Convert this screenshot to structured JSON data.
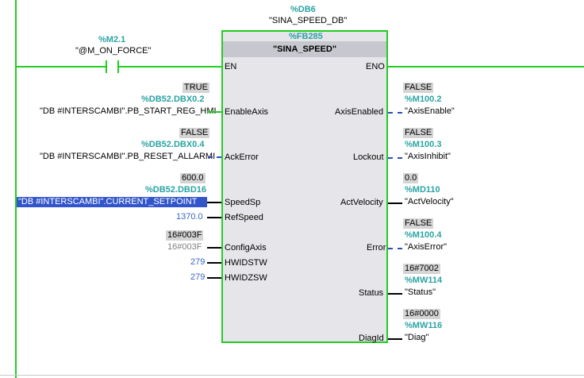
{
  "block": {
    "db_address": "%DB6",
    "db_name": "\"SINA_SPEED_DB\"",
    "fb_address": "%FB285",
    "fb_name": "\"SINA_SPEED\""
  },
  "contact": {
    "address": "%M2.1",
    "name": "\"@M_ON_FORCE\""
  },
  "pins": {
    "en": "EN",
    "eno": "ENO",
    "inputs": [
      {
        "label": "EnableAxis",
        "status": "TRUE",
        "address": "%DB52.DBX0.2",
        "operand": "\"DB #INTERSCAMBI\".PB_START_REG_HMI"
      },
      {
        "label": "AckError",
        "status": "FALSE",
        "address": "%DB52.DBX0.4",
        "operand": "\"DB #INTERSCAMBI\".PB_RESET_ALLARMI"
      },
      {
        "label": "SpeedSp",
        "status": "600.0",
        "address": "%DB52.DBD16",
        "operand": "\"DB #INTERSCAMBI\".CURRENT_SETPOINT"
      },
      {
        "label": "RefSpeed",
        "constant": "1370.0"
      },
      {
        "label": "ConfigAxis",
        "status": "16#003F",
        "constant": "16#003F"
      },
      {
        "label": "HWIDSTW",
        "constant": "279"
      },
      {
        "label": "HWIDZSW",
        "constant": "279"
      }
    ],
    "outputs": [
      {
        "label": "AxisEnabled",
        "status": "FALSE",
        "address": "%M100.2",
        "operand": "\"AxisEnable\""
      },
      {
        "label": "Lockout",
        "status": "FALSE",
        "address": "%M100.3",
        "operand": "\"AxisInhibit\""
      },
      {
        "label": "ActVelocity",
        "status": "0.0",
        "address": "%MD110",
        "operand": "\"ActVelocity\""
      },
      {
        "label": "Error",
        "status": "FALSE",
        "address": "%M100.4",
        "operand": "\"AxisError\""
      },
      {
        "label": "Status",
        "status": "16#7002",
        "address": "%MW114",
        "operand": "\"Status\""
      },
      {
        "label": "DiagId",
        "status": "16#0000",
        "address": "%MW116",
        "operand": "\"Diag\""
      }
    ]
  },
  "colors": {
    "energized": "#22cc22",
    "address": "#2aa3a3",
    "constant": "#3a64c8",
    "status_bg": "#d4d4d4",
    "selection": "#3355cc"
  }
}
